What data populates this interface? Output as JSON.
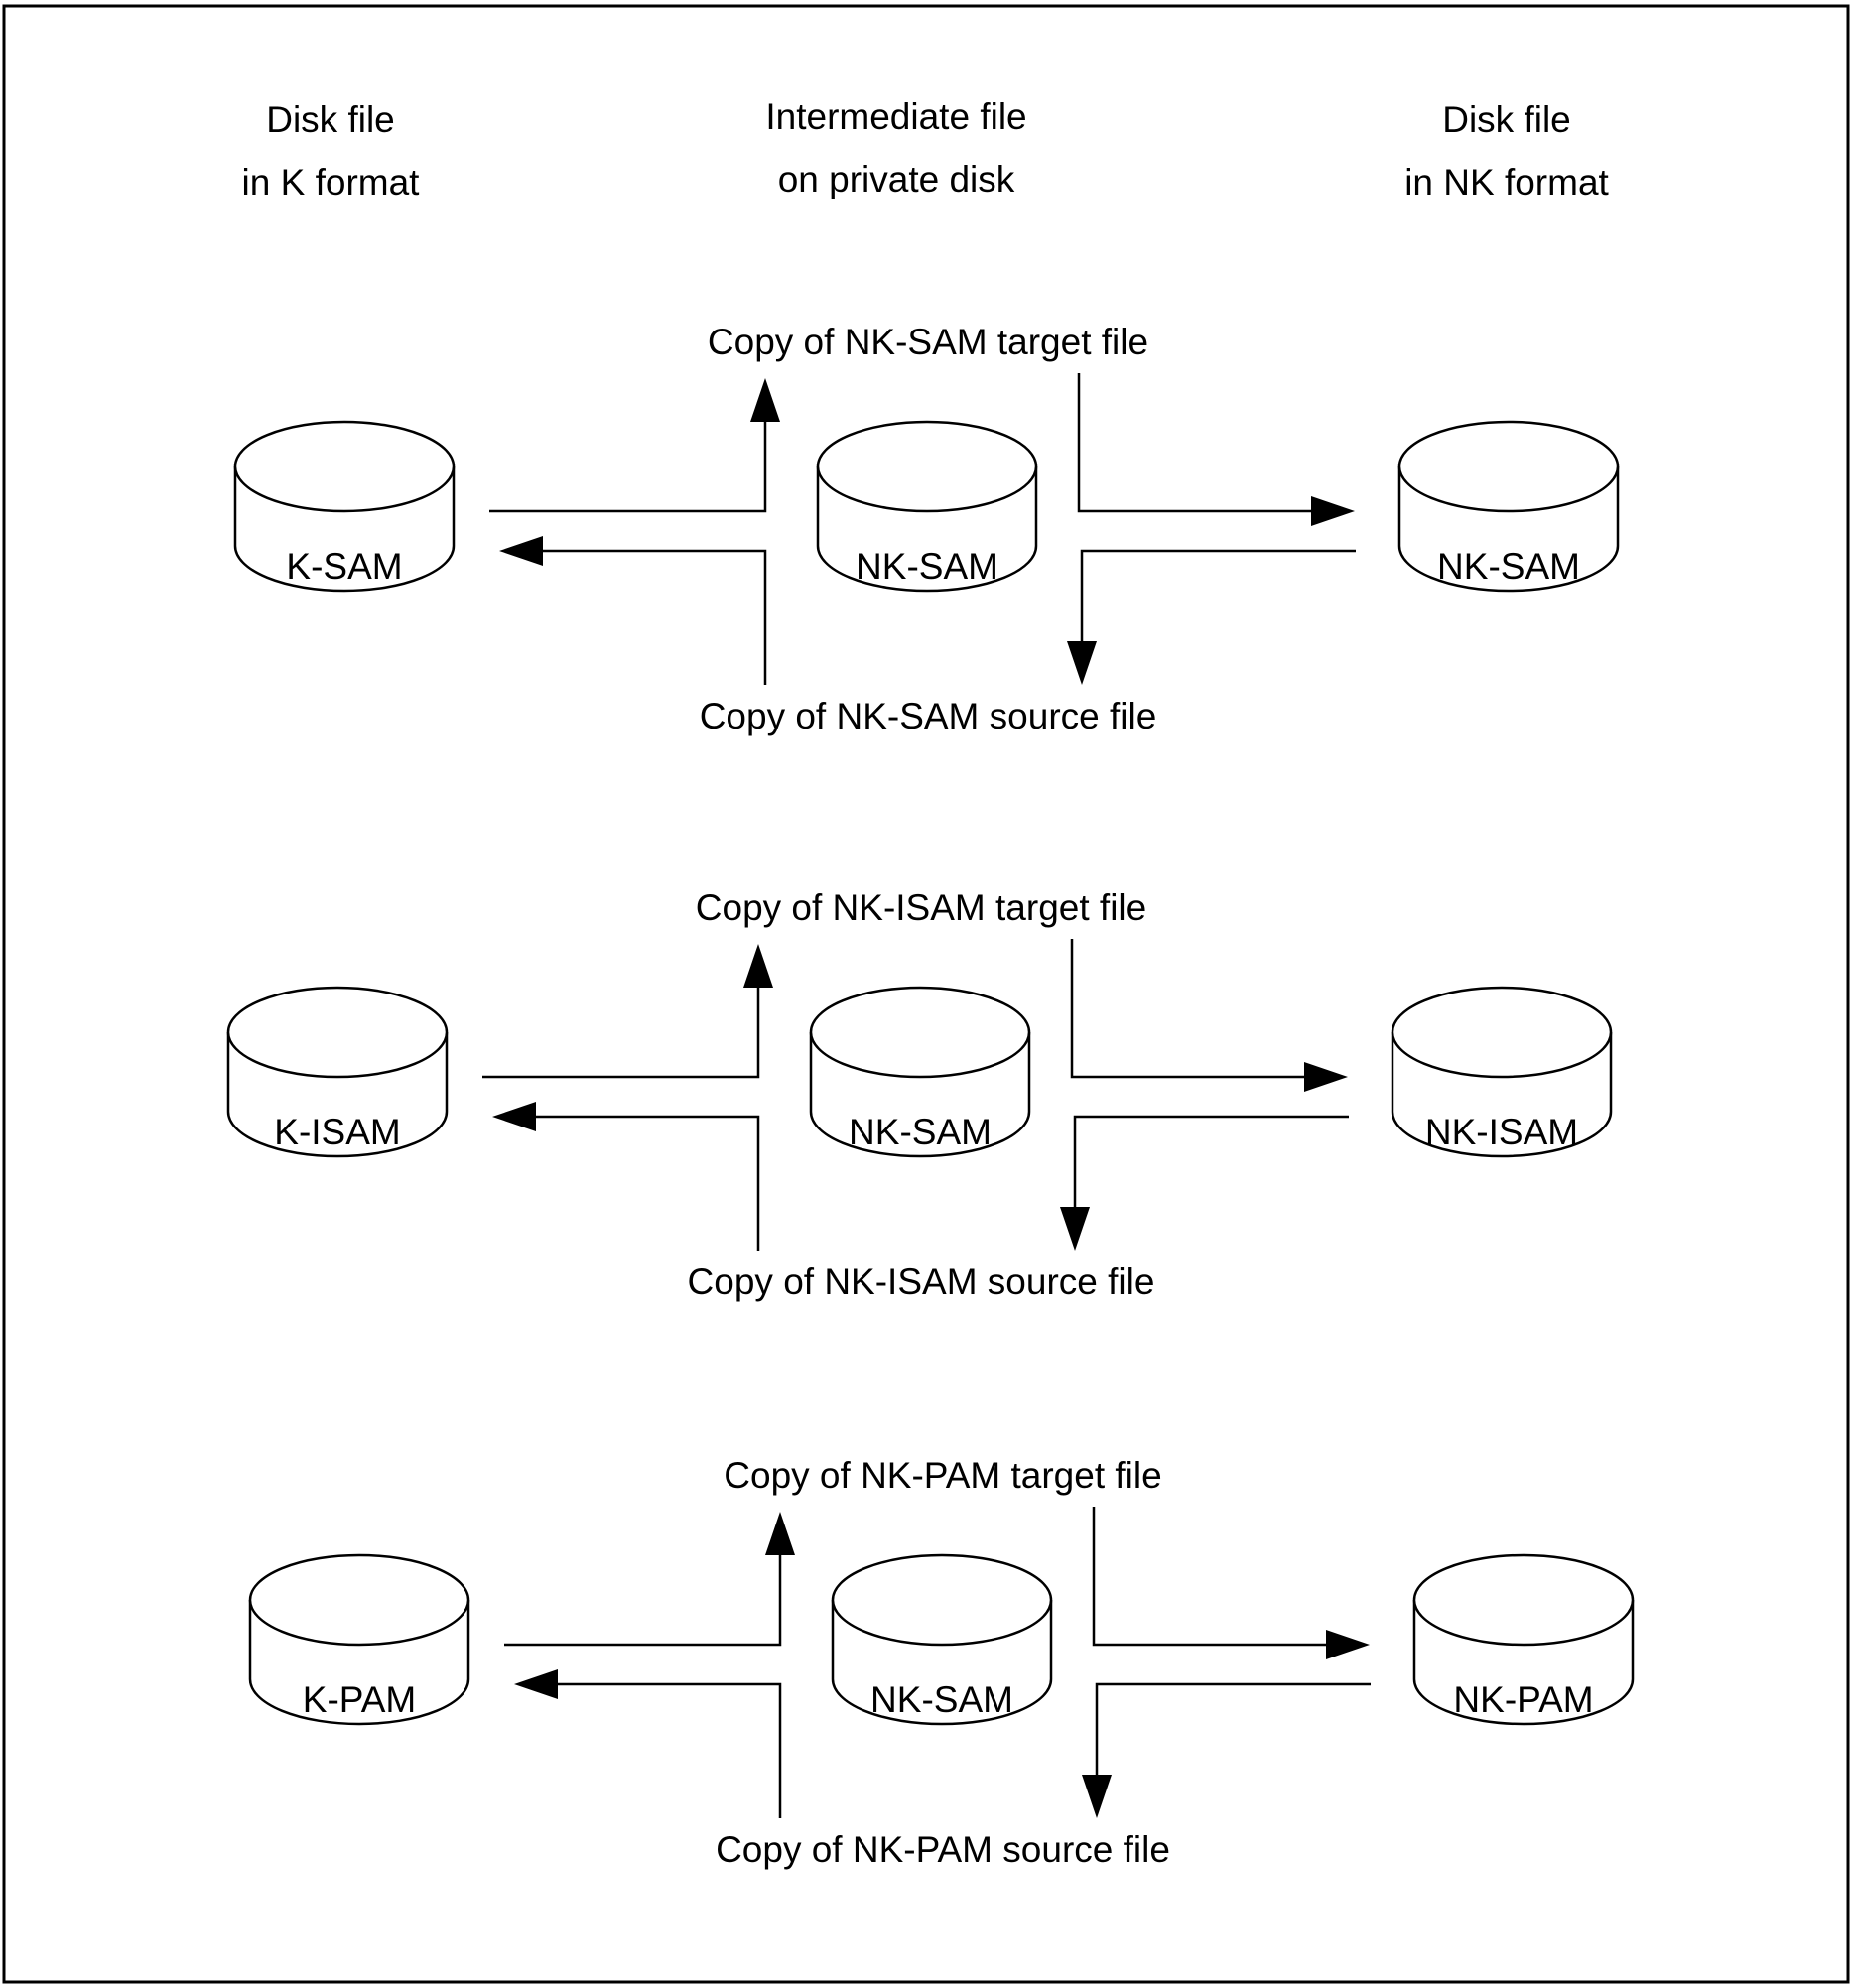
{
  "headers": {
    "k_format": [
      "Disk file",
      "in K format"
    ],
    "intermediate": [
      "Intermediate file",
      "on private disk"
    ],
    "nk_format": [
      "Disk file",
      "in NK format"
    ]
  },
  "rows": [
    {
      "target_label": "Copy of NK-SAM target file",
      "source_label": "Copy of NK-SAM source file",
      "left_cylinder": "K-SAM",
      "middle_cylinder": "NK-SAM",
      "right_cylinder": "NK-SAM"
    },
    {
      "target_label": "Copy of NK-ISAM target file",
      "source_label": "Copy of NK-ISAM source file",
      "left_cylinder": "K-ISAM",
      "middle_cylinder": "NK-SAM",
      "right_cylinder": "NK-ISAM"
    },
    {
      "target_label": "Copy of NK-PAM target file",
      "source_label": "Copy of NK-PAM source file",
      "left_cylinder": "K-PAM",
      "middle_cylinder": "NK-SAM",
      "right_cylinder": "NK-PAM"
    }
  ]
}
